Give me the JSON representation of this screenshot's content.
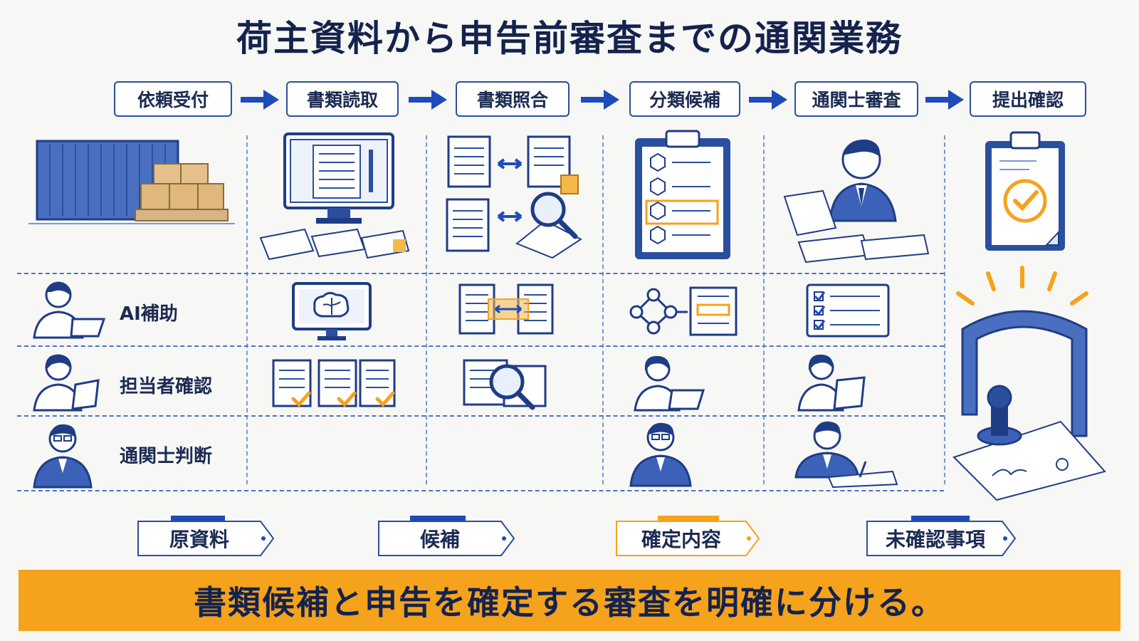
{
  "title": "荷主資料から申告前審査までの通関業務",
  "steps": [
    "依頼受付",
    "書類読取",
    "書類照合",
    "分類候補",
    "通関士審査",
    "提出確認"
  ],
  "lanes": [
    "AI補助",
    "担当者確認",
    "通関士判断"
  ],
  "outputs": [
    "原資料",
    "候補",
    "確定内容",
    "未確認事項"
  ],
  "conclusion": "書類候補と申告を確定する審査を明確に分ける。",
  "colors": {
    "primary": "#2a4f9e",
    "accent": "#f5a21d",
    "ink": "#1b2a52"
  }
}
